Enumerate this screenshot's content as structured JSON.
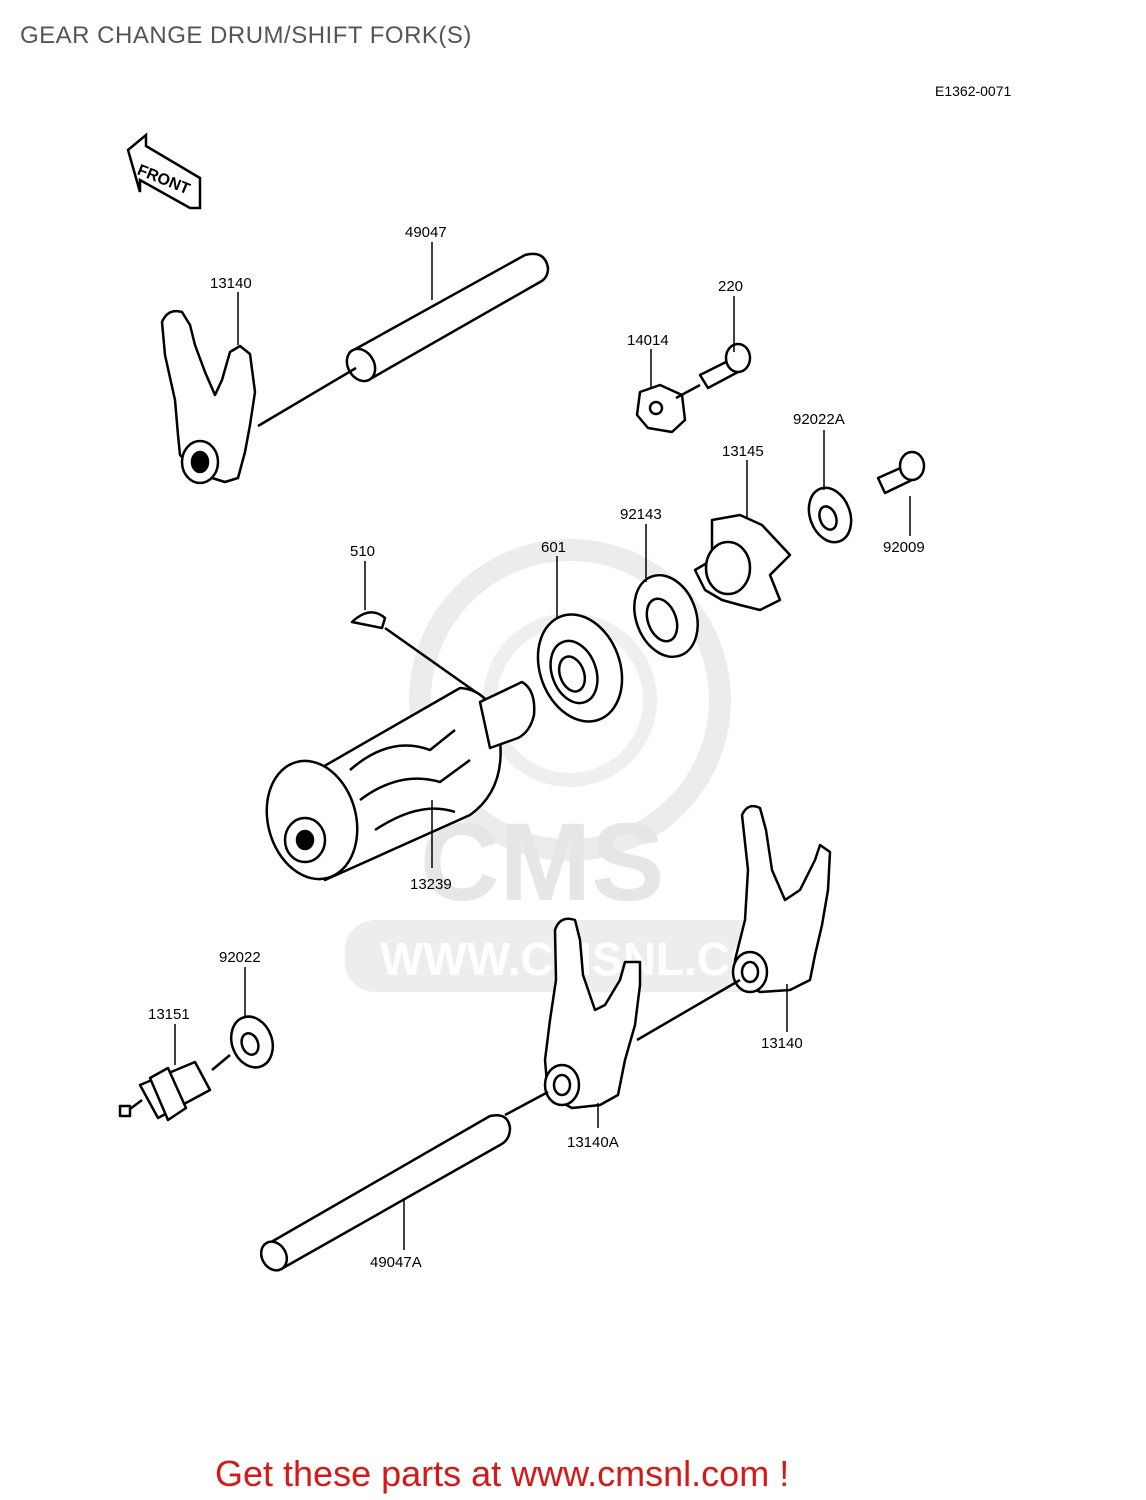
{
  "header": {
    "title": "GEAR CHANGE DRUM/SHIFT FORK(S)",
    "diagram_code": "E1362-0071"
  },
  "front_marker": "FRONT",
  "watermark": {
    "logo_text": "CMS",
    "url_text": "WWW.CMSNL.COM"
  },
  "parts": [
    {
      "id": "p-49047",
      "label": "49047"
    },
    {
      "id": "p-13140-top",
      "label": "13140"
    },
    {
      "id": "p-220",
      "label": "220"
    },
    {
      "id": "p-14014",
      "label": "14014"
    },
    {
      "id": "p-92022A",
      "label": "92022A"
    },
    {
      "id": "p-13145",
      "label": "13145"
    },
    {
      "id": "p-92143",
      "label": "92143"
    },
    {
      "id": "p-92009",
      "label": "92009"
    },
    {
      "id": "p-510",
      "label": "510"
    },
    {
      "id": "p-601",
      "label": "601"
    },
    {
      "id": "p-13239",
      "label": "13239"
    },
    {
      "id": "p-92022",
      "label": "92022"
    },
    {
      "id": "p-13151",
      "label": "13151"
    },
    {
      "id": "p-13140-right",
      "label": "13140"
    },
    {
      "id": "p-13140A",
      "label": "13140A"
    },
    {
      "id": "p-49047A",
      "label": "49047A"
    }
  ],
  "footer": {
    "promo": "Get these parts at www.cmsnl.com !"
  }
}
